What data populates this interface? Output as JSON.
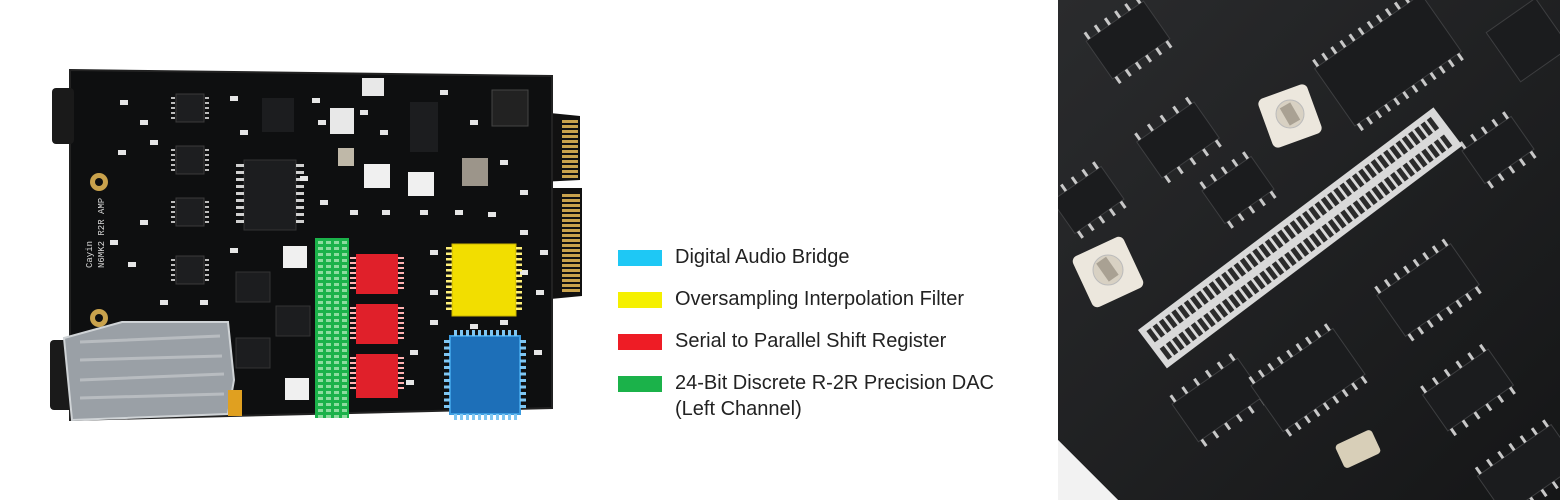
{
  "colors": {
    "digital_audio_bridge": "#1ec8f5",
    "oversampling_filter": "#f5f000",
    "shift_register": "#ee1c25",
    "r2r_dac": "#1bb24a",
    "pcb": "#0e0f10",
    "silkscreen": "#d8d8d8"
  },
  "board": {
    "silkscreen_lines": [
      "Cayin",
      "N6MK2 R2R AMP"
    ]
  },
  "legend": [
    {
      "key": "digital_audio_bridge",
      "color": "#1ec8f5",
      "text": "Digital Audio Bridge",
      "line2": ""
    },
    {
      "key": "oversampling_filter",
      "color": "#f5f000",
      "text": "Oversampling Interpolation Filter",
      "line2": ""
    },
    {
      "key": "shift_register",
      "color": "#ee1c25",
      "text": "Serial to Parallel Shift Register",
      "line2": ""
    },
    {
      "key": "r2r_dac",
      "color": "#1bb24a",
      "text": "24-Bit Discrete R-2R Precision DAC",
      "line2": "(Left Channel)"
    }
  ],
  "photo": {
    "icon": "pcb-closeup-photo"
  }
}
